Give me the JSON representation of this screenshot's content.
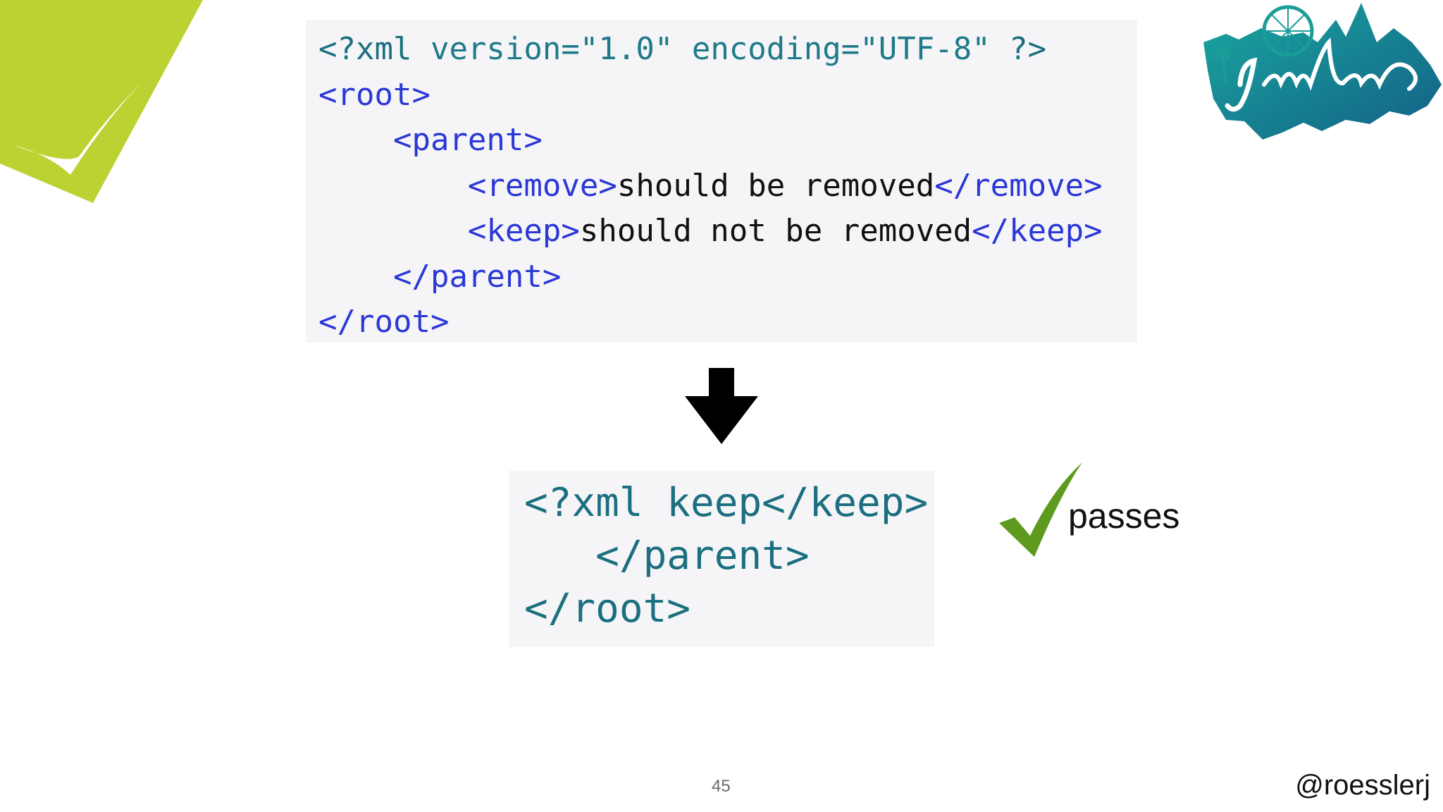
{
  "slide": {
    "page_number": "45",
    "handle": "@roesslerj",
    "status_text": "passes",
    "brand_logo_text": "JavaLand"
  },
  "code_original": {
    "line1": {
      "open": "<?",
      "name": "xml ",
      "attr1_name": "version=",
      "attr1_value": "\"1.0\"",
      "space": " ",
      "attr2_name": "encoding=",
      "attr2_value": "\"UTF-8\"",
      "close": " ?>"
    },
    "line2": {
      "tag": "<root>"
    },
    "line3": {
      "tag": "<parent>"
    },
    "line4": {
      "open_tag": "<remove>",
      "text": "should be removed",
      "close_tag": "</remove>"
    },
    "line5": {
      "open_tag": "<keep>",
      "text": "should not be removed",
      "close_tag": "</keep>"
    },
    "line6": {
      "tag": "</parent>"
    },
    "line7": {
      "tag": "</root>"
    }
  },
  "code_result": {
    "line1": {
      "lead": "<?xml ",
      "tag": "keep</keep>"
    },
    "line2": {
      "tag": "</parent>"
    },
    "line3": {
      "tag": "</root>"
    }
  },
  "colors": {
    "tag": "#2b38d6",
    "declaration": "#1b6f7f",
    "check_green": "#5d9a1e",
    "corner_green": "#bcd232",
    "code_bg": "#f5f5f7"
  },
  "icons": {
    "arrow": "arrow-down-icon",
    "check": "checkmark-icon",
    "corner": "corner-check-logo",
    "brand": "javaland-logo"
  }
}
